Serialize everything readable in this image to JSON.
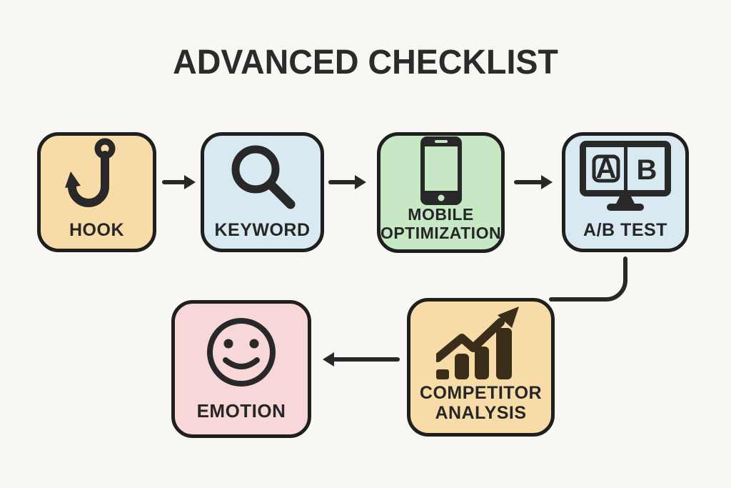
{
  "title": "ADVANCED CHECKLIST",
  "colors": {
    "background": "#f8f7f4",
    "ink": "#282828",
    "border": "#1f1f1f",
    "title_text": "#2b2b2b",
    "label_text": "#262626",
    "competitor_icon_brown": "#3a2d1a",
    "orange_fill": "#f8dca8",
    "blue_fill": "#d9e9f2",
    "green_fill": "#c7e8c5",
    "pink_fill": "#f7d7d8"
  },
  "nodes": [
    {
      "id": "hook",
      "label": "HOOK",
      "icon": "fishing-hook-icon",
      "fill": "#f8dca8"
    },
    {
      "id": "keyword",
      "label": "KEYWORD",
      "icon": "search-icon",
      "fill": "#d9e9f2"
    },
    {
      "id": "mobile-optimization",
      "label": "MOBILE OPTIMIZATION",
      "icon": "smartphone-icon",
      "fill": "#c7e8c5"
    },
    {
      "id": "ab-test",
      "label": "A/B TEST",
      "icon": "ab-split-monitor-icon",
      "fill": "#d9e9f2"
    },
    {
      "id": "competitor-analysis",
      "label": "COMPETITOR ANALYSIS",
      "icon": "growth-chart-icon",
      "fill": "#f8dca8"
    },
    {
      "id": "emotion",
      "label": "EMOTION",
      "icon": "smiley-face-icon",
      "fill": "#f7d7d8"
    }
  ],
  "ab_icon_letters": {
    "left": "A",
    "right": "B"
  },
  "edges": [
    {
      "from": "hook",
      "to": "keyword",
      "style": "arrow-right"
    },
    {
      "from": "keyword",
      "to": "mobile-optimization",
      "style": "arrow-right"
    },
    {
      "from": "mobile-optimization",
      "to": "ab-test",
      "style": "arrow-right"
    },
    {
      "from": "ab-test",
      "to": "competitor-analysis",
      "style": "curved-line"
    },
    {
      "from": "competitor-analysis",
      "to": "emotion",
      "style": "arrow-left"
    }
  ]
}
